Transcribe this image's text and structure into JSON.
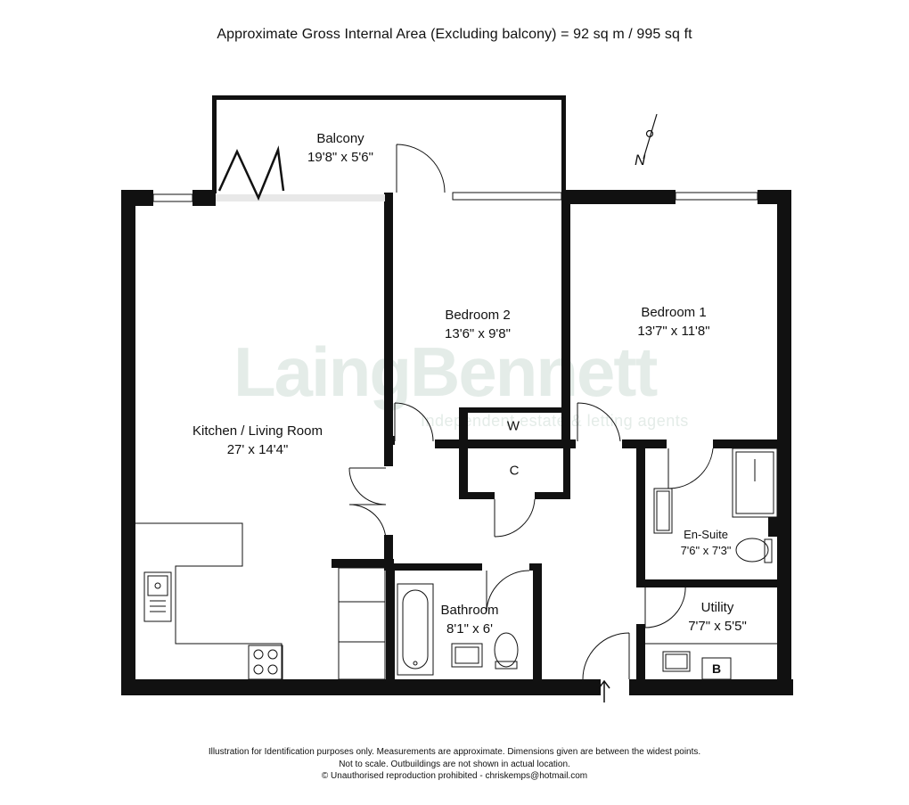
{
  "header": {
    "area_text": "Approximate Gross Internal Area (Excluding balcony)  = 92 sq m /  995 sq ft"
  },
  "rooms": {
    "balcony": {
      "name": "Balcony",
      "dims": "19'8\" x 5'6\""
    },
    "bedroom2": {
      "name": "Bedroom 2",
      "dims": "13'6\" x 9'8\""
    },
    "bedroom1": {
      "name": "Bedroom 1",
      "dims": "13'7\" x 11'8\""
    },
    "kitchen": {
      "name": "Kitchen / Living Room",
      "dims": "27' x 14'4\""
    },
    "ensuite": {
      "name": "En-Suite",
      "dims": "7'6\" x 7'3\""
    },
    "bathroom": {
      "name": "Bathroom",
      "dims": "8'1\" x 6'"
    },
    "utility": {
      "name": "Utility",
      "dims": "7'7\" x 5'5\""
    }
  },
  "labels": {
    "wardrobe": "W",
    "cupboard": "C",
    "boiler": "B",
    "north": "N"
  },
  "watermark": {
    "name": "LaingBennett",
    "tagline": "Independent estate & letting agents"
  },
  "footer": {
    "line1": "Illustration for Identification purposes only.  Measurements are approximate. Dimensions given are between the widest points.",
    "line2": "Not to scale.  Outbuildings are not shown in actual location.",
    "line3": "© Unauthorised reproduction prohibited  -  chriskemps@hotmail.com"
  }
}
